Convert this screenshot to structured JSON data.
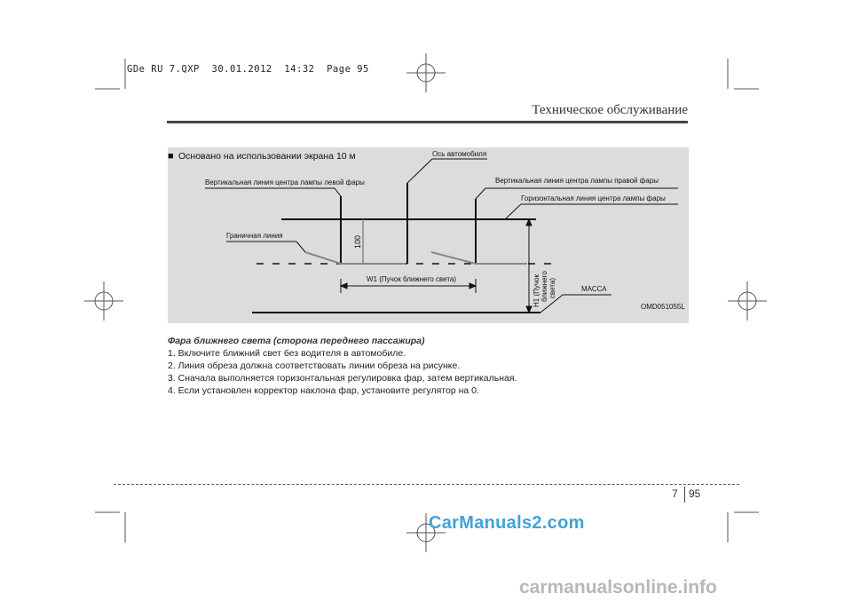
{
  "print_header": "GDe RU 7.QXP  30.01.2012  14:32  Page 95",
  "section_title": "Техническое обслуживание",
  "figure": {
    "title": "Основано на использовании экрана 10 м",
    "title_bullet": "■",
    "labels": {
      "vehicle_axis": "Ось автомобиля",
      "left_lamp_vertical": "Вертикальная линия центра лампы левой фары",
      "right_lamp_vertical": "Вертикальная линия центра лампы правой фары",
      "lamp_horizontal": "Горизонтальная линия центра лампы фары",
      "boundary_line": "Граничная линия",
      "offset_100": "100",
      "w1": "W1 (Пучок ближнего света)",
      "h1_line1": "H1 (Пучок",
      "h1_line2": "ближнего",
      "h1_line3": "света)",
      "mass": "МАССА",
      "figure_code": "OMD051055L"
    }
  },
  "caption": "Фара ближнего света (сторона переднего пассажира)",
  "steps": [
    "1. Включите ближний свет без водителя в автомобиле.",
    "2. Линия обреза должна соответствовать линии обреза на рисунке.",
    "3. Сначала выполняется горизонтальная регулировка фар, затем вертикальная.",
    "4. Если установлен корректор наклона фар, установите регулятор на 0."
  ],
  "footer": {
    "chapter": "7",
    "page": "95"
  },
  "watermarks": {
    "top": "CarManuals2.com",
    "bottom": "carmanualsonline.info"
  },
  "colors": {
    "figure_bg": "#dcdcdc",
    "watermark_blue": "#3fa3d9",
    "watermark_grey": "#b8b8b8"
  }
}
